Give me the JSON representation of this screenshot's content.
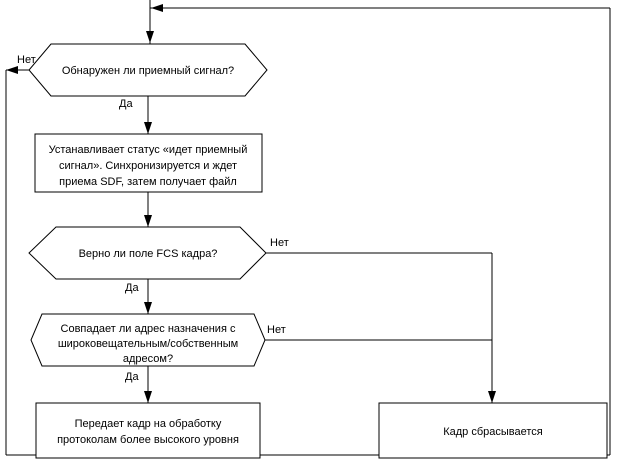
{
  "diagram": {
    "decision_signal": "Обнаружен ли приемный сигнал?",
    "process_receive": {
      "line1": "Устанавливает статус «идет приемный",
      "line2": "сигнал». Синхронизируется и ждет",
      "line3": "приема SDF, затем получает файл"
    },
    "decision_fcs": "Верно ли поле FCS кадра?",
    "decision_address": {
      "line1": "Совпадает ли адрес назначения с",
      "line2": "широковещательным/собственным",
      "line3": "адресом?"
    },
    "process_pass_up": {
      "line1": "Передает кадр на обработку",
      "line2": "протоколам более высокого уровня"
    },
    "process_discard": "Кадр сбрасывается",
    "labels": {
      "no": "Нет",
      "yes": "Да"
    }
  }
}
